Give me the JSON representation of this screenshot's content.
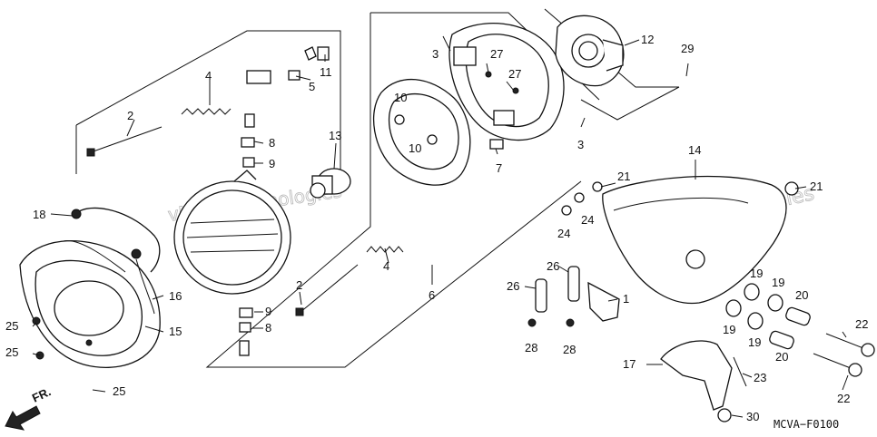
{
  "watermark": [
    "vNext Technologies",
    "vNext Technologies"
  ],
  "diagram_code": "MCVA−F0100",
  "direction_label": "FR.",
  "callouts": [
    {
      "id": "c1",
      "label": "1"
    },
    {
      "id": "c2a",
      "label": "2"
    },
    {
      "id": "c2b",
      "label": "2"
    },
    {
      "id": "c3a",
      "label": "3"
    },
    {
      "id": "c3b",
      "label": "3"
    },
    {
      "id": "c4a",
      "label": "4"
    },
    {
      "id": "c4b",
      "label": "4"
    },
    {
      "id": "c5",
      "label": "5"
    },
    {
      "id": "c6",
      "label": "6"
    },
    {
      "id": "c7",
      "label": "7"
    },
    {
      "id": "c8a",
      "label": "8"
    },
    {
      "id": "c8b",
      "label": "8"
    },
    {
      "id": "c9a",
      "label": "9"
    },
    {
      "id": "c9b",
      "label": "9"
    },
    {
      "id": "c10a",
      "label": "10"
    },
    {
      "id": "c10b",
      "label": "10"
    },
    {
      "id": "c11",
      "label": "11"
    },
    {
      "id": "c12",
      "label": "12"
    },
    {
      "id": "c13",
      "label": "13"
    },
    {
      "id": "c14",
      "label": "14"
    },
    {
      "id": "c15",
      "label": "15"
    },
    {
      "id": "c16",
      "label": "16"
    },
    {
      "id": "c17",
      "label": "17"
    },
    {
      "id": "c18",
      "label": "18"
    },
    {
      "id": "c19a",
      "label": "19"
    },
    {
      "id": "c19b",
      "label": "19"
    },
    {
      "id": "c19c",
      "label": "19"
    },
    {
      "id": "c19d",
      "label": "19"
    },
    {
      "id": "c20a",
      "label": "20"
    },
    {
      "id": "c20b",
      "label": "20"
    },
    {
      "id": "c21a",
      "label": "21"
    },
    {
      "id": "c21b",
      "label": "21"
    },
    {
      "id": "c22a",
      "label": "22"
    },
    {
      "id": "c22b",
      "label": "22"
    },
    {
      "id": "c23",
      "label": "23"
    },
    {
      "id": "c24a",
      "label": "24"
    },
    {
      "id": "c24b",
      "label": "24"
    },
    {
      "id": "c25a",
      "label": "25"
    },
    {
      "id": "c25b",
      "label": "25"
    },
    {
      "id": "c25c",
      "label": "25"
    },
    {
      "id": "c26a",
      "label": "26"
    },
    {
      "id": "c26b",
      "label": "26"
    },
    {
      "id": "c27a",
      "label": "27"
    },
    {
      "id": "c27b",
      "label": "27"
    },
    {
      "id": "c28a",
      "label": "28"
    },
    {
      "id": "c28b",
      "label": "28"
    },
    {
      "id": "c29",
      "label": "29"
    },
    {
      "id": "c30",
      "label": "30"
    }
  ]
}
